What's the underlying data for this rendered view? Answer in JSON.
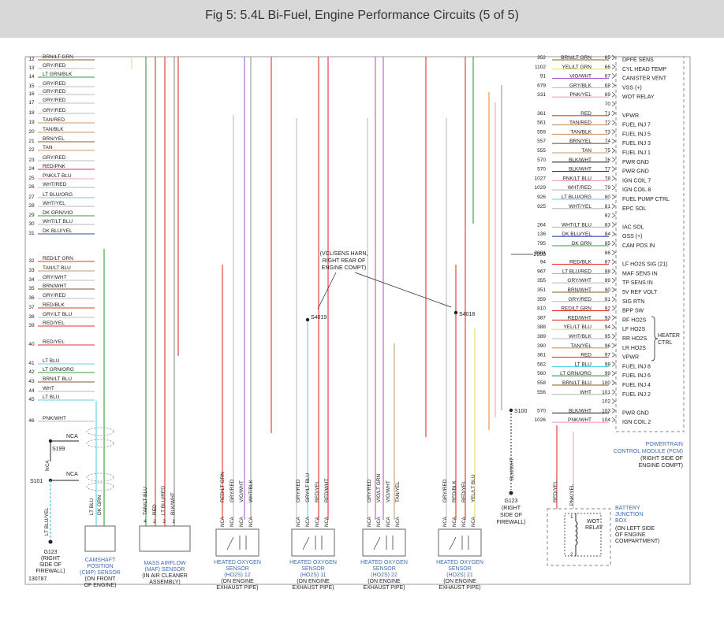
{
  "title": "Fig 5: 5.4L Bi-Fuel, Engine Performance Circuits (5 of 5)",
  "figure_id": "130787",
  "left_wires": [
    {
      "n": "12",
      "color": "BRN/LT GRN"
    },
    {
      "n": "13",
      "color": "GRY/RED"
    },
    {
      "n": "14",
      "color": "LT GRN/BLK"
    },
    {
      "n": "15",
      "color": "GRY/RED"
    },
    {
      "n": "16",
      "color": "GRY/RED"
    },
    {
      "n": "17",
      "color": "GRY/RED"
    },
    {
      "n": "18",
      "color": "GRY/RED"
    },
    {
      "n": "19",
      "color": "TAN/RED"
    },
    {
      "n": "20",
      "color": "TAN/BLK"
    },
    {
      "n": "21",
      "color": "BRN/YEL"
    },
    {
      "n": "22",
      "color": "TAN"
    },
    {
      "n": "23",
      "color": "GRY/RED"
    },
    {
      "n": "24",
      "color": "RED/PNK"
    },
    {
      "n": "25",
      "color": "PNK/LT BLU"
    },
    {
      "n": "26",
      "color": "WHT/RED"
    },
    {
      "n": "27",
      "color": "LT BLU/ORG"
    },
    {
      "n": "28",
      "color": "WHT/YEL"
    },
    {
      "n": "29",
      "color": "DK GRN/VIO"
    },
    {
      "n": "30",
      "color": "WHT/LT BLU"
    },
    {
      "n": "31",
      "color": "DK BLU/YEL"
    },
    {
      "n": "32",
      "color": "RED/LT GRN"
    },
    {
      "n": "33",
      "color": "TAN/LT BLU"
    },
    {
      "n": "34",
      "color": "GRY/WHT"
    },
    {
      "n": "35",
      "color": "BRN/WHT"
    },
    {
      "n": "36",
      "color": "GRY/RED"
    },
    {
      "n": "37",
      "color": "RED/BLK"
    },
    {
      "n": "38",
      "color": "GRY/LT BLU"
    },
    {
      "n": "39",
      "color": "RED/YEL"
    },
    {
      "n": "40",
      "color": "RED/YEL"
    },
    {
      "n": "41",
      "color": "LT BLU"
    },
    {
      "n": "42",
      "color": "LT GRN/ORG"
    },
    {
      "n": "43",
      "color": "BRN/LT BLU"
    },
    {
      "n": "44",
      "color": "WHT"
    },
    {
      "n": "45",
      "color": "LT BLU"
    },
    {
      "n": "46",
      "color": "PNK/WHT"
    }
  ],
  "pcm_pins": [
    {
      "circuit": "352",
      "color": "BRN/LT GRN",
      "pin": "65",
      "label": "DPFE SENS"
    },
    {
      "circuit": "1102",
      "color": "YEL/LT GRN",
      "pin": "66",
      "label": "CYL HEAD TEMP"
    },
    {
      "circuit": "91",
      "color": "VIO/WHT",
      "pin": "67",
      "label": "CANISTER VENT"
    },
    {
      "circuit": "679",
      "color": "GRY/BLK",
      "pin": "68",
      "label": "VSS (+)"
    },
    {
      "circuit": "331",
      "color": "PNK/YEL",
      "pin": "69",
      "label": "WOT RELAY"
    },
    {
      "circuit": "",
      "color": "",
      "pin": "70",
      "label": ""
    },
    {
      "circuit": "361",
      "color": "RED",
      "pin": "71",
      "label": "VPWR"
    },
    {
      "circuit": "561",
      "color": "TAN/RED",
      "pin": "72",
      "label": "FUEL INJ 7"
    },
    {
      "circuit": "559",
      "color": "TAN/BLK",
      "pin": "73",
      "label": "FUEL INJ 5"
    },
    {
      "circuit": "557",
      "color": "BRN/YEL",
      "pin": "74",
      "label": "FUEL INJ 3"
    },
    {
      "circuit": "555",
      "color": "TAN",
      "pin": "75",
      "label": "FUEL INJ 1"
    },
    {
      "circuit": "570",
      "color": "BLK/WHT",
      "pin": "76",
      "label": "PWR GND"
    },
    {
      "circuit": "570",
      "color": "BLK/WHT",
      "pin": "77",
      "label": "PWR GND"
    },
    {
      "circuit": "1027",
      "color": "PNK/LT BLU",
      "pin": "78",
      "label": "IGN COIL 7"
    },
    {
      "circuit": "1029",
      "color": "WHT/RED",
      "pin": "79",
      "label": "IGN COIL 8"
    },
    {
      "circuit": "926",
      "color": "LT BLU/ORG",
      "pin": "80",
      "label": "FUEL PUMP CTRL"
    },
    {
      "circuit": "925",
      "color": "WHT/YEL",
      "pin": "81",
      "label": "EPC SOL"
    },
    {
      "circuit": "",
      "color": "",
      "pin": "82",
      "label": ""
    },
    {
      "circuit": "264",
      "color": "WHT/LT BLU",
      "pin": "83",
      "label": "IAC SOL"
    },
    {
      "circuit": "136",
      "color": "DK BLU/YEL",
      "pin": "84",
      "label": "OSS (+)"
    },
    {
      "circuit": "795",
      "color": "DK GRN",
      "pin": "85",
      "label": "CAM POS IN"
    },
    {
      "circuit": "2001",
      "color": "",
      "pin": "86",
      "label": ""
    },
    {
      "circuit": "94",
      "color": "RED/BLK",
      "pin": "87",
      "label": "LF HO2S SIG (21)"
    },
    {
      "circuit": "967",
      "color": "LT BLU/RED",
      "pin": "88",
      "label": "MAF SENS IN"
    },
    {
      "circuit": "355",
      "color": "GRY/WHT",
      "pin": "89",
      "label": "TP SENS IN"
    },
    {
      "circuit": "351",
      "color": "BRN/WHT",
      "pin": "90",
      "label": "5V REF VOLT"
    },
    {
      "circuit": "359",
      "color": "GRY/RED",
      "pin": "91",
      "label": "SIG RTN"
    },
    {
      "circuit": "810",
      "color": "RED/LT GRN",
      "pin": "92",
      "label": "BPP SW"
    },
    {
      "circuit": "387",
      "color": "RED/WHT",
      "pin": "93",
      "label": "RF HO2S"
    },
    {
      "circuit": "388",
      "color": "YEL/LT BLU",
      "pin": "94",
      "label": "LF HO2S"
    },
    {
      "circuit": "389",
      "color": "WHT/BLK",
      "pin": "95",
      "label": "RR HO2S"
    },
    {
      "circuit": "390",
      "color": "TAN/YEL",
      "pin": "96",
      "label": "LR HO2S"
    },
    {
      "circuit": "361",
      "color": "RED",
      "pin": "97",
      "label": "VPWR"
    },
    {
      "circuit": "562",
      "color": "LT BLU",
      "pin": "98",
      "label": "FUEL INJ 8"
    },
    {
      "circuit": "560",
      "color": "LT GRN/ORG",
      "pin": "99",
      "label": "FUEL INJ 6"
    },
    {
      "circuit": "558",
      "color": "BRN/LT BLU",
      "pin": "100",
      "label": "FUEL INJ 4"
    },
    {
      "circuit": "556",
      "color": "WHT",
      "pin": "101",
      "label": "FUEL INJ 2"
    },
    {
      "circuit": "",
      "color": "",
      "pin": "102",
      "label": ""
    },
    {
      "circuit": "570",
      "color": "BLK/WHT",
      "pin": "103",
      "label": "PWR GND"
    },
    {
      "circuit": "1026",
      "color": "PNK/WHT",
      "pin": "104",
      "label": "IGN COIL 2"
    }
  ],
  "labels": {
    "c2000": "2000",
    "heater_ctrl_1": "HEATER",
    "heater_ctrl_2": "CTRL",
    "pcm_1": "POWERTRAIN",
    "pcm_2": "CONTROL MODULE (PCM)",
    "pcm_3": "(RIGHT SIDE OF",
    "pcm_4": "ENGINE COMPT)",
    "vcl_1": "(VCL/SENS HARN,",
    "vcl_2": "RIGHT REAR OF",
    "vcl_3": "ENGINE COMPT)",
    "s4019": "S4019",
    "s4018": "S4018",
    "s100": "S100",
    "s199": "S199",
    "s101": "S101",
    "nca": "NCA",
    "blk_wht": "BLK/WHT",
    "g123_r_1": "G123",
    "g123_r_2": "(RIGHT",
    "g123_r_3": "SIDE OF",
    "g123_r_4": "FIREWALL)",
    "g123_l_1": "G123",
    "g123_l_2": "(RIGHT",
    "g123_l_3": "SIDE OF",
    "g123_l_4": "FIREWALL)",
    "lt_blu_yel": "LT BLU/YEL",
    "cmp_w1": "LT BLU",
    "cmp_w2": "DK GRN",
    "cmp_1": "CAMSHAFT",
    "cmp_2": "POSITION",
    "cmp_3": "(CMP) SENSOR",
    "cmp_4": "(ON FRONT",
    "cmp_5": "OF ENGINE)",
    "maf_w1": "TAN/LT BLU",
    "maf_w2": "RED",
    "maf_w3": "LT BLU/RED",
    "maf_w4": "BLK/WHT",
    "maf_p1": "4",
    "maf_p2": "2",
    "maf_p3": "3",
    "maf_p4": "1",
    "maf_1": "MASS AIRFLOW",
    "maf_2": "(MAF) SENSOR",
    "maf_3": "(IN AIR CLEANER",
    "maf_4": "ASSEMBLY)",
    "ho2s_12_w1": "RED/LT GRN",
    "ho2s_12_w2": "GRY/RED",
    "ho2s_12_w3": "VIO/WHT",
    "ho2s_12_w4": "WHT/BLK",
    "ho2s_12_1": "HEATED OXYGEN",
    "ho2s_12_2": "SENSOR",
    "ho2s_12_3": "(HO2S) 12",
    "ho2s_12_4": "(ON ENGINE",
    "ho2s_12_5": "EXHAUST PIPE)",
    "ho2s_11_w1": "GRY/RED",
    "ho2s_11_w2": "GRY/LT BLU",
    "ho2s_11_w3": "RED/YEL",
    "ho2s_11_w4": "RED/WHT",
    "ho2s_11_1": "HEATED OXYGEN",
    "ho2s_11_2": "SENSOR",
    "ho2s_11_3": "(HO2S) 11",
    "ho2s_11_4": "(ON ENGINE",
    "ho2s_11_5": "EXHAUST PIPE)",
    "ho2s_22_w1": "GRY/RED",
    "ho2s_22_w2": "VIO/LT GRN",
    "ho2s_22_w3": "VIO/WHT",
    "ho2s_22_w4": "TAN/YEL",
    "ho2s_22_1": "HEATED OXYGEN",
    "ho2s_22_2": "SENSOR",
    "ho2s_22_3": "(HO2S) 22",
    "ho2s_22_4": "(ON ENGINE",
    "ho2s_22_5": "EXHAUST PIPE)",
    "ho2s_21_w1": "GRY/RED",
    "ho2s_21_w2": "RED/BLK",
    "ho2s_21_w3": "RED/YEL",
    "ho2s_21_w4": "YEL/LT BLU",
    "ho2s_21_1": "HEATED OXYGEN",
    "ho2s_21_2": "SENSOR",
    "ho2s_21_3": "(HO2S) 21",
    "ho2s_21_4": "(ON ENGINE",
    "ho2s_21_5": "EXHAUST PIPE)",
    "bjb_w1": "RED/YEL",
    "bjb_w2": "PNK/YEL",
    "bjb_1": "BATTERY",
    "bjb_2": "JUNCTION",
    "bjb_3": "BOX",
    "bjb_4": "(ON LEFT SIDE",
    "bjb_5": "OF ENGINE",
    "bjb_6": "COMPARTMENT)",
    "wot_1": "WOT",
    "wot_2": "RELAY",
    "bjb_p1": "1",
    "bjb_p2": "2"
  },
  "colors": {
    "title_bg": "#d8d8d8",
    "label_blue": "#3a6db8",
    "wire_red": "#e8332a",
    "wire_gray": "#bcbcbc",
    "wire_green": "#2e9e3a",
    "wire_blue": "#4a8fd6",
    "wire_cyan": "#5fd3e6",
    "wire_violet": "#b05ad6",
    "wire_tan": "#c79a6a",
    "wire_orange": "#f08c3a",
    "wire_yellow": "#e8e060",
    "wire_pink": "#f0a0c0",
    "wire_brown": "#8a5a2a"
  }
}
